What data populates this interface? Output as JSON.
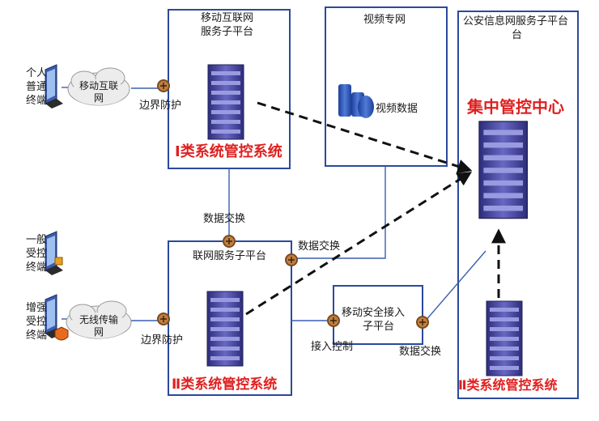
{
  "platforms": {
    "mobile": {
      "title_line1": "移动互联网",
      "title_line2": "服务子平台",
      "system": "Ⅰ类系统管控系统"
    },
    "video": {
      "title": "视频专网",
      "data_label": "视频数据"
    },
    "police": {
      "title_line1": "公安信息网服务子平台",
      "title_line2": "台",
      "center": "集中管控中心",
      "system": "Ⅱ类系统管控系统"
    },
    "network": {
      "title": "联网服务子平台",
      "system": "Ⅱ类系统管控系统"
    },
    "access": {
      "title_line1": "移动安全接入",
      "title_line2": "子平台"
    }
  },
  "clouds": {
    "mobile_internet": "移动互联网",
    "wireless": "无线传输网"
  },
  "terminals": {
    "personal": [
      "个人",
      "普通",
      "终端"
    ],
    "general": [
      "一般",
      "受控",
      "终端"
    ],
    "enhanced": [
      "增强",
      "受控",
      "终端"
    ]
  },
  "labels": {
    "border_top": "边界防护",
    "border_bottom": "边界防护",
    "exchange_mid": "数据交换",
    "exchange_network": "数据交换",
    "exchange_access": "数据交换",
    "access_control": "接入控制"
  },
  "colors": {
    "box_border": "#2b4a9c",
    "link": "#3a5fb0",
    "dashed": "#111111",
    "accent_red": "#e02020",
    "server": "#4a4aa8"
  }
}
